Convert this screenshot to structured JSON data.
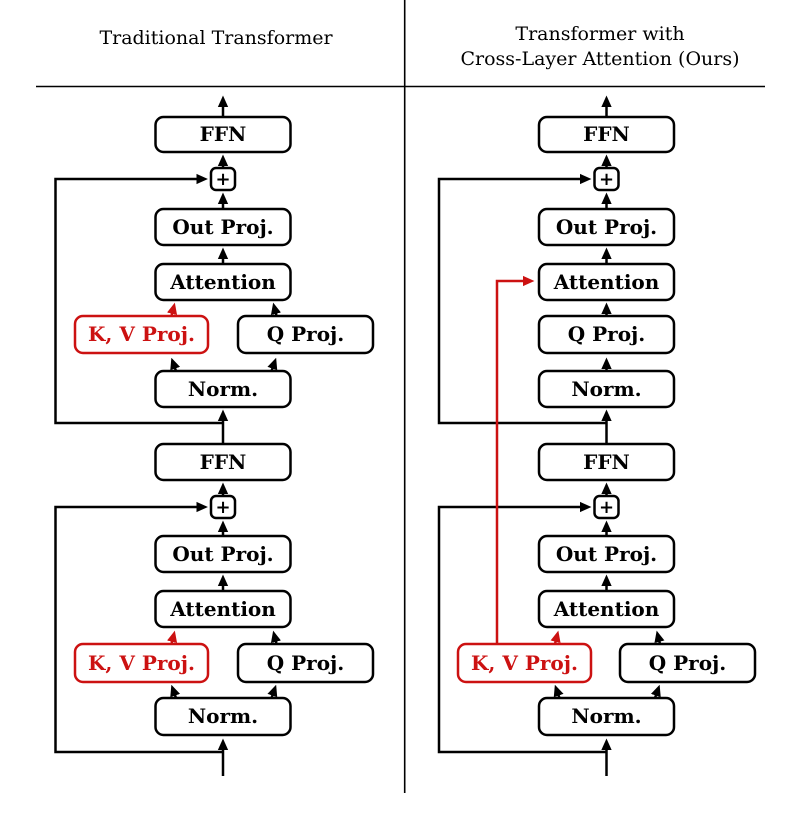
{
  "header": {
    "left_title": "Traditional Transformer",
    "right_title_line1": "Transformer with",
    "right_title_line2": "Cross-Layer Attention (Ours)"
  },
  "labels": {
    "ffn": "FFN",
    "out_proj": "Out Proj.",
    "attention": "Attention",
    "kv_proj": "K, V Proj.",
    "q_proj": "Q Proj.",
    "norm": "Norm.",
    "add": "+"
  },
  "colors": {
    "ink": "#000000",
    "accent_red": "#cc1111",
    "paper": "#ffffff"
  }
}
